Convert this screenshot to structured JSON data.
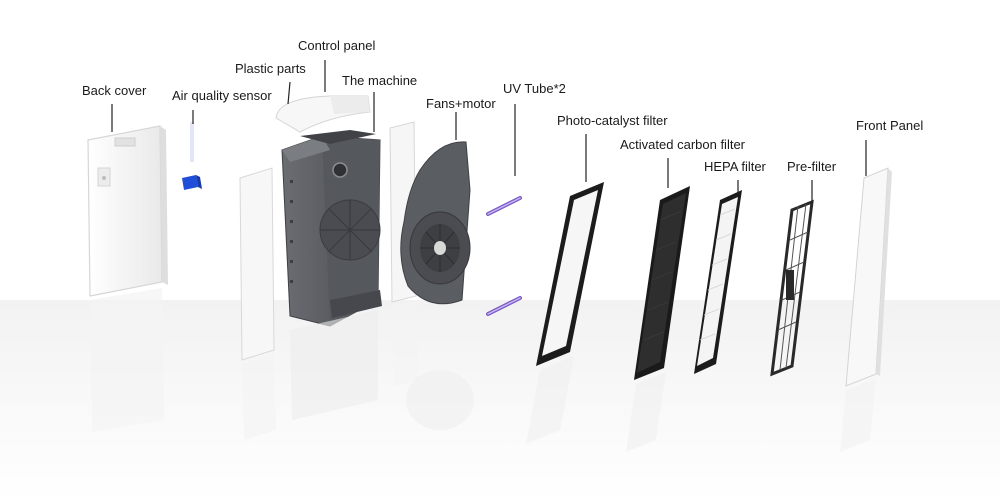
{
  "labels": {
    "back_cover": "Back cover",
    "air_quality_sensor": "Air quality sensor",
    "plastic_parts": "Plastic parts",
    "control_panel": "Control panel",
    "the_machine": "The machine",
    "fans_motor": "Fans+motor",
    "uv_tube": "UV Tube*2",
    "photo_catalyst_filter": "Photo-catalyst filter",
    "activated_carbon_filter": "Activated carbon filter",
    "hepa_filter": "HEPA filter",
    "pre_filter": "Pre-filter",
    "front_panel": "Front Panel"
  },
  "colors": {
    "background": "#ffffff",
    "panel_white": "#f4f4f4",
    "panel_edge": "#d8d8d8",
    "machine_gray": "#5a5d62",
    "machine_dark": "#3e4045",
    "sensor_blue": "#1f4fd8",
    "uv_purple": "#7b5cc8",
    "filter_frame": "#1c1c1c",
    "carbon": "#2e2e2e",
    "leader_line": "#222222"
  }
}
